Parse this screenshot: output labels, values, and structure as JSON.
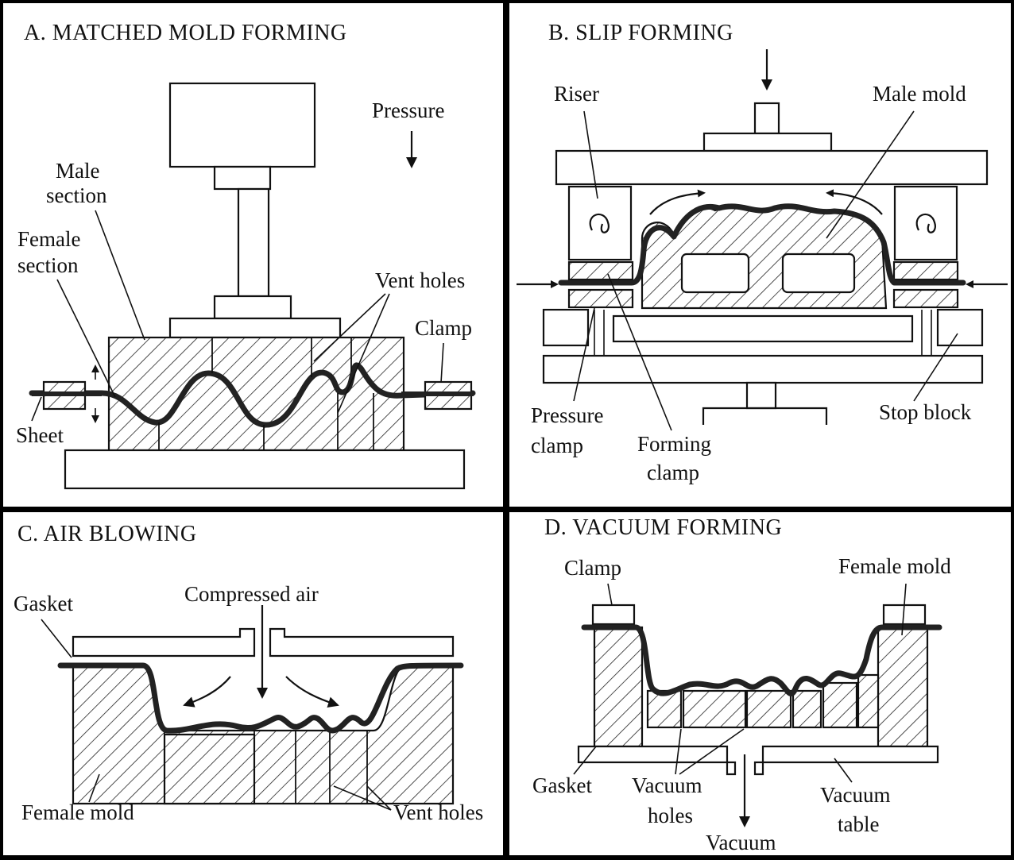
{
  "panels": {
    "a": {
      "title": "A.  MATCHED MOLD FORMING",
      "labels": {
        "pressure": "Pressure",
        "male_1": "Male",
        "male_2": "section",
        "female_1": "Female",
        "female_2": "section",
        "vent": "Vent holes",
        "clamp": "Clamp",
        "sheet": "Sheet"
      }
    },
    "b": {
      "title": "B.  SLIP FORMING",
      "labels": {
        "riser": "Riser",
        "male_mold": "Male mold",
        "pressure_1": "Pressure",
        "pressure_2": "clamp",
        "forming_1": "Forming",
        "forming_2": "clamp",
        "stop": "Stop block"
      }
    },
    "c": {
      "title": "C.  AIR BLOWING",
      "labels": {
        "gasket": "Gasket",
        "air": "Compressed air",
        "female": "Female mold",
        "vent": "Vent holes"
      }
    },
    "d": {
      "title": "D.  VACUUM FORMING",
      "labels": {
        "clamp": "Clamp",
        "female": "Female mold",
        "gasket": "Gasket",
        "holes_1": "Vacuum",
        "holes_2": "holes",
        "table_1": "Vacuum",
        "table_2": "table",
        "vacuum": "Vacuum"
      }
    }
  }
}
